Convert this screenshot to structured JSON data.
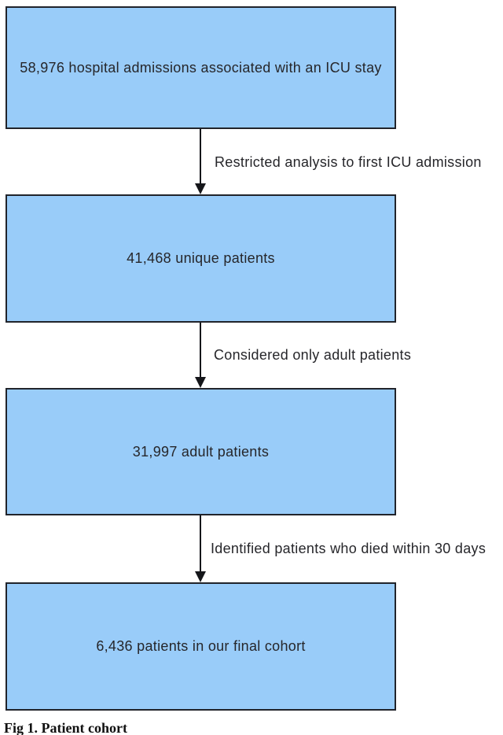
{
  "figure": {
    "caption": "Fig 1. Patient cohort",
    "nodes": [
      {
        "label": "58,976 hospital admissions associated with an ICU stay"
      },
      {
        "label": "41,468 unique patients"
      },
      {
        "label": "31,997 adult patients"
      },
      {
        "label": "6,436 patients in our final cohort"
      }
    ],
    "edges": [
      {
        "from": 0,
        "to": 1,
        "label": "Restricted analysis to first ICU admission"
      },
      {
        "from": 1,
        "to": 2,
        "label": "Considered only adult patients"
      },
      {
        "from": 2,
        "to": 3,
        "label": "Identified patients who died within 30 days"
      }
    ],
    "colors": {
      "node_fill": "#99ccf9",
      "node_border": "#21242b",
      "arrow": "#15161a",
      "text": "#26262a",
      "background": "#ffffff"
    }
  }
}
